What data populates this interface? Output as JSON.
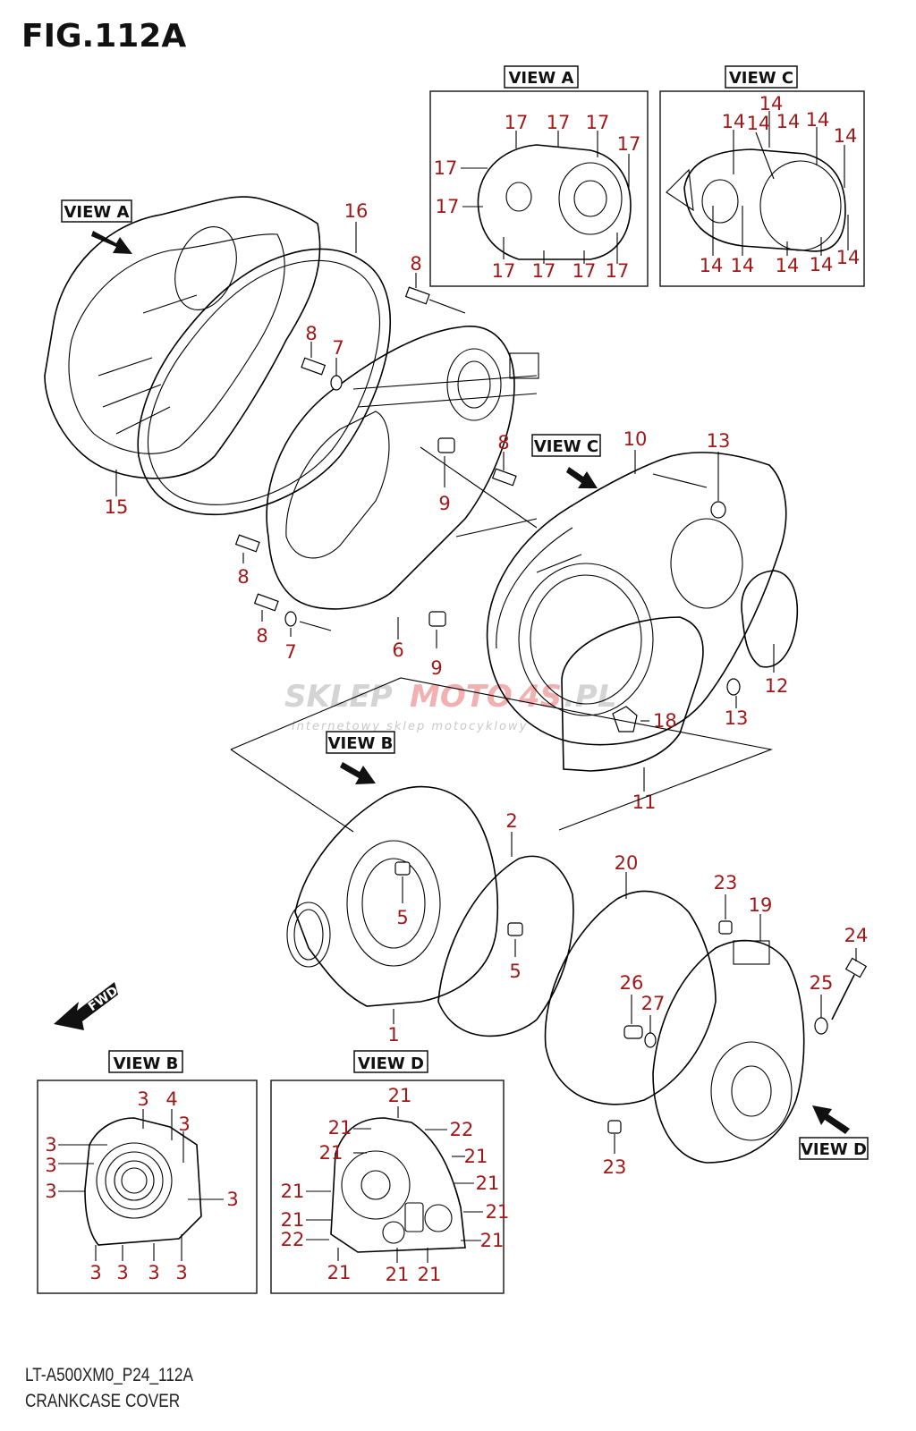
{
  "figure": {
    "title": "FIG.112A",
    "code": "LT-A500XM0_P24_112A",
    "description": "CRANKCASE COVER"
  },
  "colors": {
    "callout": "#a01818",
    "line": "#000000",
    "watermark_gray": "#c9c9c9",
    "watermark_red": "#f2b0b0"
  },
  "watermark": {
    "brand_part1": "SKLEP",
    "brand_part2": "MOTO",
    "brand_part3": "4S",
    "brand_suffix": ".PL",
    "tagline": "internetowy sklep motocyklowy"
  },
  "view_labels": {
    "a_pointer": "VIEW A",
    "c_pointer": "VIEW C",
    "b_pointer": "VIEW B",
    "d_pointer": "VIEW D",
    "a_inset": "VIEW A",
    "c_inset": "VIEW C",
    "b_inset": "VIEW B",
    "d_inset": "VIEW D"
  },
  "fwd_label": "FWD",
  "callouts": {
    "main": [
      {
        "id": "16",
        "text": "16"
      },
      {
        "id": "15",
        "text": "15"
      },
      {
        "id": "8a",
        "text": "8"
      },
      {
        "id": "8b",
        "text": "8"
      },
      {
        "id": "7a",
        "text": "7"
      },
      {
        "id": "8c",
        "text": "8"
      },
      {
        "id": "9a",
        "text": "9"
      },
      {
        "id": "8d",
        "text": "8"
      },
      {
        "id": "8e",
        "text": "8"
      },
      {
        "id": "7b",
        "text": "7"
      },
      {
        "id": "6",
        "text": "6"
      },
      {
        "id": "9b",
        "text": "9"
      },
      {
        "id": "10",
        "text": "10"
      },
      {
        "id": "13a",
        "text": "13"
      },
      {
        "id": "12",
        "text": "12"
      },
      {
        "id": "13b",
        "text": "13"
      },
      {
        "id": "18",
        "text": "18"
      },
      {
        "id": "11",
        "text": "11"
      },
      {
        "id": "2",
        "text": "2"
      },
      {
        "id": "5a",
        "text": "5"
      },
      {
        "id": "5b",
        "text": "5"
      },
      {
        "id": "1",
        "text": "1"
      },
      {
        "id": "20",
        "text": "20"
      },
      {
        "id": "23a",
        "text": "23"
      },
      {
        "id": "19",
        "text": "19"
      },
      {
        "id": "24",
        "text": "24"
      },
      {
        "id": "25",
        "text": "25"
      },
      {
        "id": "26",
        "text": "26"
      },
      {
        "id": "27",
        "text": "27"
      },
      {
        "id": "23b",
        "text": "23"
      }
    ],
    "view_a": [
      "17",
      "17",
      "17",
      "17",
      "17",
      "17",
      "17",
      "17",
      "17",
      "17",
      "17"
    ],
    "view_c": [
      "14",
      "14",
      "14",
      "14",
      "14",
      "14",
      "14",
      "14",
      "14",
      "14",
      "14",
      "14"
    ],
    "view_b": [
      "3",
      "4",
      "3",
      "3",
      "3",
      "3",
      "3",
      "3",
      "3",
      "3",
      "3"
    ],
    "view_d": [
      "21",
      "21",
      "22",
      "21",
      "21",
      "21",
      "21",
      "21",
      "21",
      "22",
      "21",
      "21",
      "21"
    ]
  }
}
